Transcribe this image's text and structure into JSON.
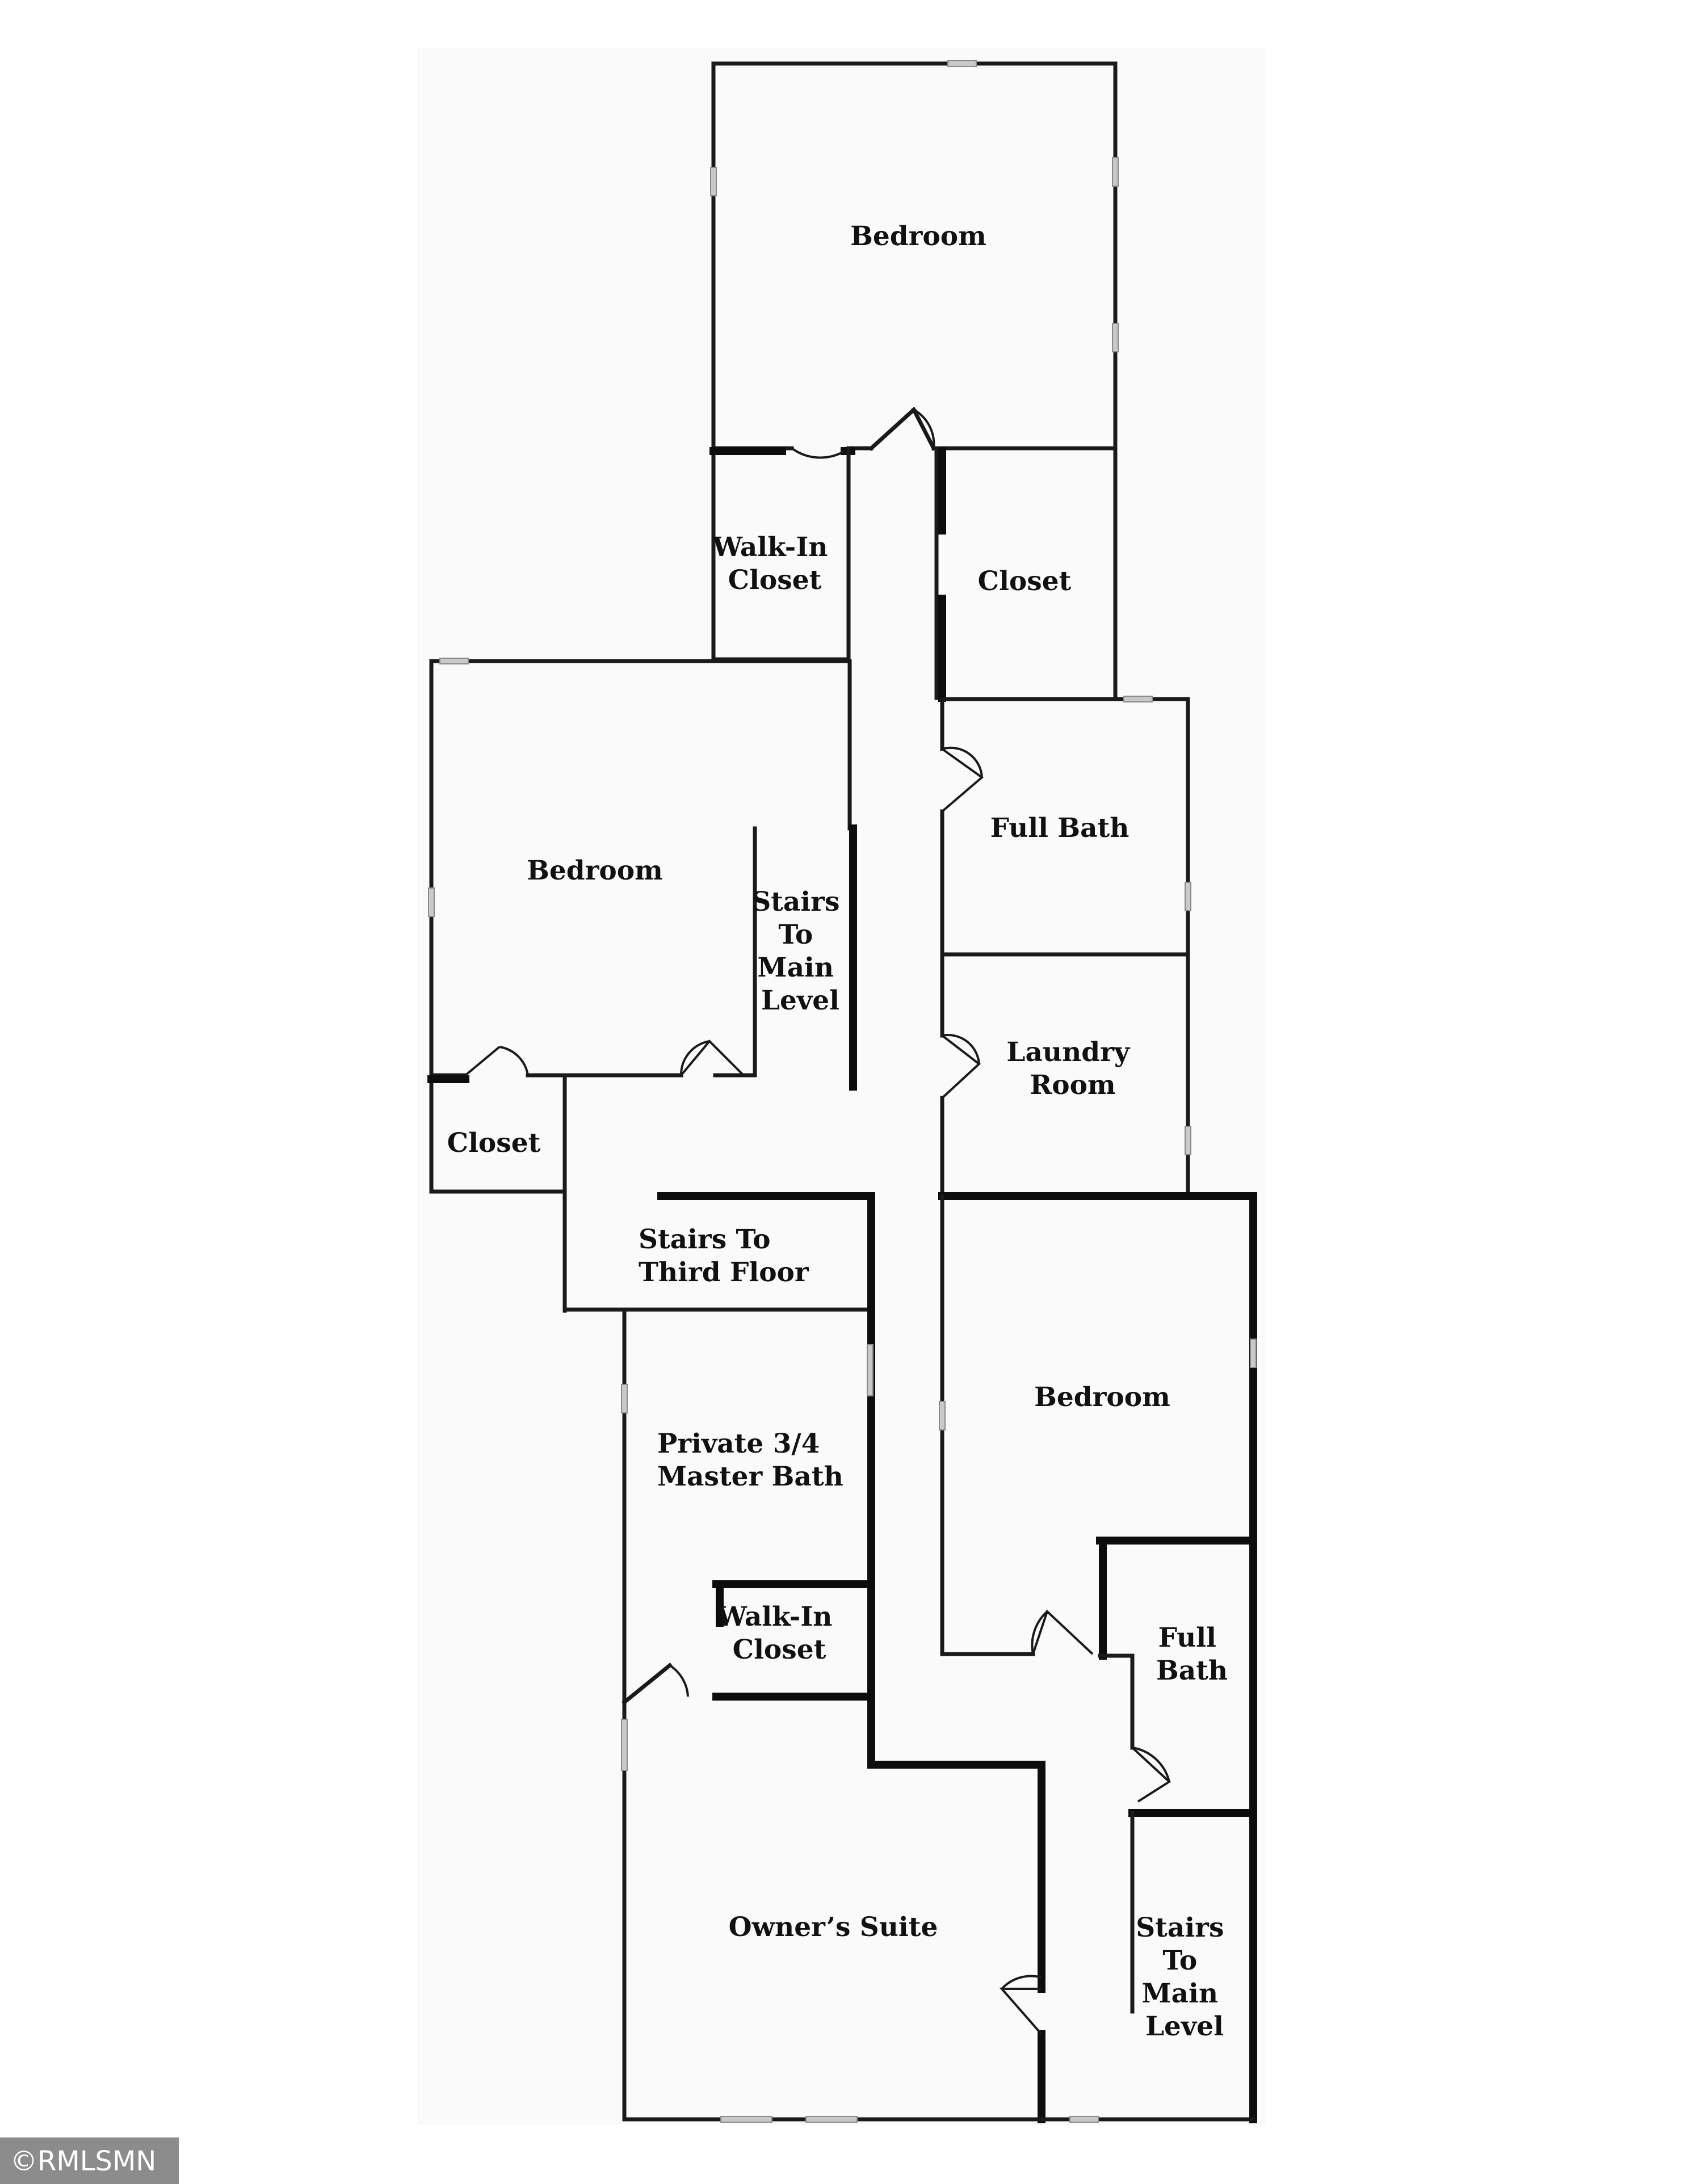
{
  "rooms": [
    {
      "id": "bedroom-top",
      "lines": [
        "Bedroom"
      ]
    },
    {
      "id": "walk-in-closet-top",
      "lines": [
        "Walk-In",
        "Closet"
      ]
    },
    {
      "id": "closet-top",
      "lines": [
        "Closet"
      ]
    },
    {
      "id": "bedroom-left",
      "lines": [
        "Bedroom"
      ]
    },
    {
      "id": "full-bath-upper",
      "lines": [
        "Full Bath"
      ]
    },
    {
      "id": "stairs-main-level-left",
      "lines": [
        "Stairs",
        "To",
        "Main",
        "Level"
      ]
    },
    {
      "id": "laundry-room",
      "lines": [
        "Laundry",
        "Room"
      ]
    },
    {
      "id": "closet-left",
      "lines": [
        "Closet"
      ]
    },
    {
      "id": "stairs-third-floor",
      "lines": [
        "Stairs To",
        "Third Floor"
      ]
    },
    {
      "id": "bedroom-right",
      "lines": [
        "Bedroom"
      ]
    },
    {
      "id": "master-bath",
      "lines": [
        "Private 3/4",
        "Master Bath"
      ]
    },
    {
      "id": "walk-in-closet-suite",
      "lines": [
        "Walk-In",
        "Closet"
      ]
    },
    {
      "id": "full-bath-lower",
      "lines": [
        "Full",
        "Bath"
      ]
    },
    {
      "id": "owners-suite",
      "lines": [
        "Owner’s Suite"
      ]
    },
    {
      "id": "stairs-main-level-right",
      "lines": [
        "Stairs",
        "To",
        "Main",
        "Level"
      ]
    }
  ],
  "watermark": "©RMLSMN",
  "colors": {
    "background": "#ffffff",
    "plan_background": "#fbfafb",
    "wall": "#1a1a1a",
    "watermark_bg": "#8c8c8c"
  }
}
